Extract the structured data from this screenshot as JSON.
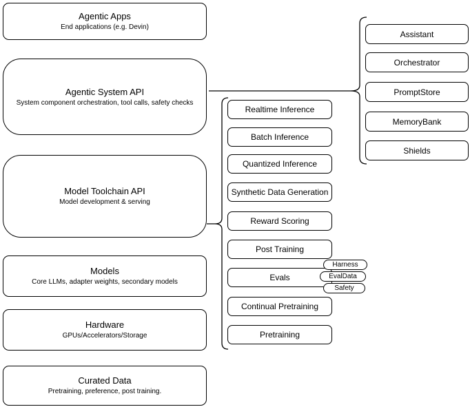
{
  "diagram": {
    "stack": [
      {
        "title": "Agentic Apps",
        "subtitle": "End applications (e.g. Devin)"
      },
      {
        "title": "Agentic System API",
        "subtitle": "System component orchestration, tool calls, safety checks"
      },
      {
        "title": "Model Toolchain API",
        "subtitle": "Model development & serving"
      },
      {
        "title": "Models",
        "subtitle": "Core LLMs, adapter weights, secondary models"
      },
      {
        "title": "Hardware",
        "subtitle": "GPUs/Accelerators/Storage"
      },
      {
        "title": "Curated Data",
        "subtitle": "Pretraining, preference, post training."
      }
    ],
    "toolchain": {
      "items": [
        "Realtime Inference",
        "Batch Inference",
        "Quantized Inference",
        "Synthetic Data Generation",
        "Reward Scoring",
        "Post Training",
        "Evals",
        "Continual Pretraining",
        "Pretraining"
      ]
    },
    "evals_tags": [
      "Harness",
      "EvalData",
      "Safety"
    ],
    "system_components": [
      "Assistant",
      "Orchestrator",
      "PromptStore",
      "MemoryBank",
      "Shields"
    ],
    "colors": {
      "stroke": "#000000",
      "fill": "#ffffff",
      "text": "#000000"
    }
  }
}
